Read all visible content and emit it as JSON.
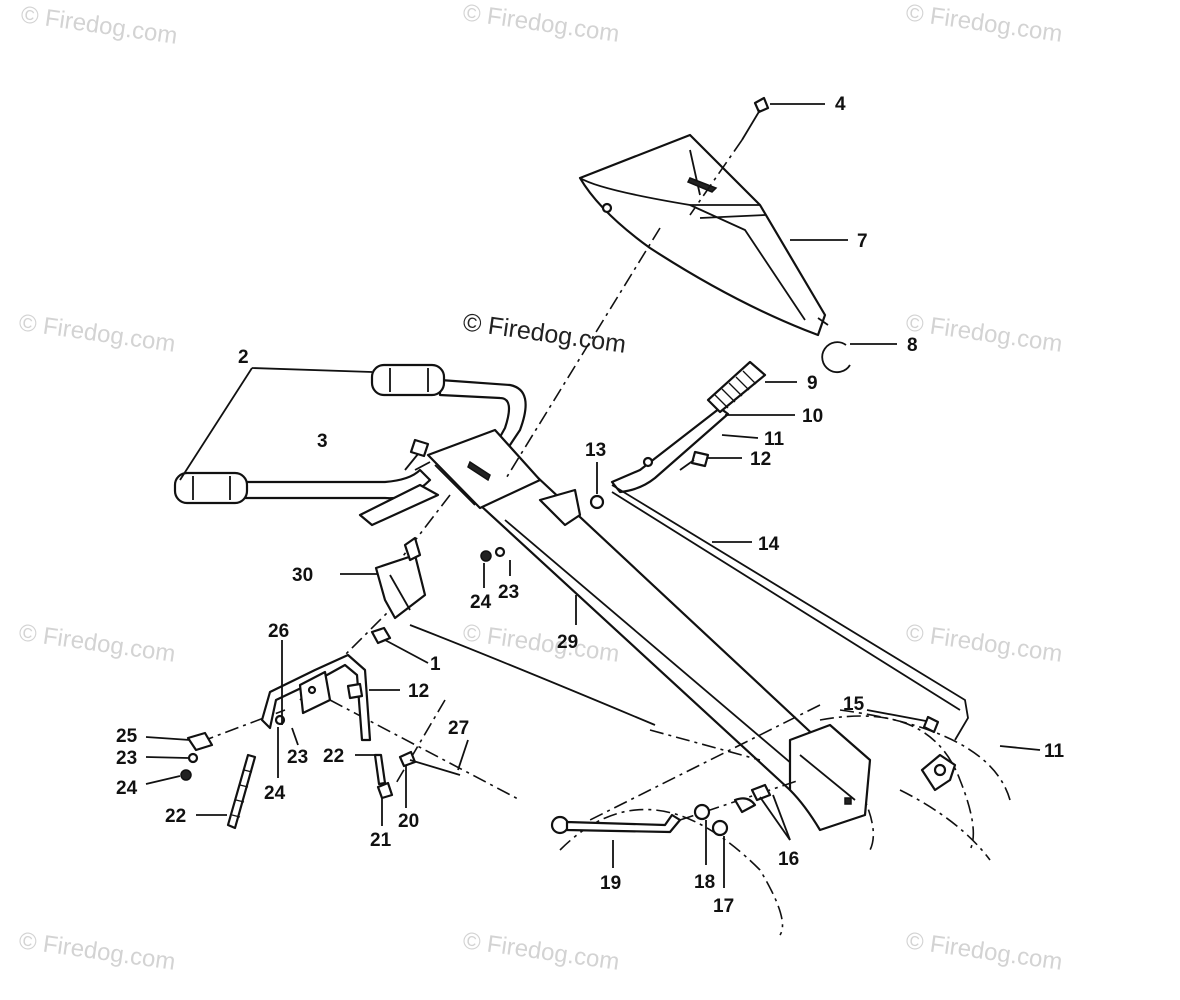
{
  "watermarks": {
    "corner": "© Firedog.com",
    "center": "© Firedog.com"
  },
  "callouts": {
    "c1": "1",
    "c2": "2",
    "c3": "3",
    "c4": "4",
    "c7": "7",
    "c8": "8",
    "c9": "9",
    "c10": "10",
    "c11a": "11",
    "c11b": "11",
    "c12a": "12",
    "c12b": "12",
    "c13": "13",
    "c14": "14",
    "c15": "15",
    "c16": "16",
    "c17": "17",
    "c18": "18",
    "c19": "19",
    "c20": "20",
    "c21": "21",
    "c22a": "22",
    "c22b": "22",
    "c23a": "23",
    "c23b": "23",
    "c23c": "23",
    "c24a": "24",
    "c24b": "24",
    "c24c": "24",
    "c25": "25",
    "c26": "26",
    "c27": "27",
    "c29": "29",
    "c30": "30"
  },
  "colors": {
    "line": "#111111",
    "watermark": "#d3d3d3",
    "background": "#ffffff"
  }
}
